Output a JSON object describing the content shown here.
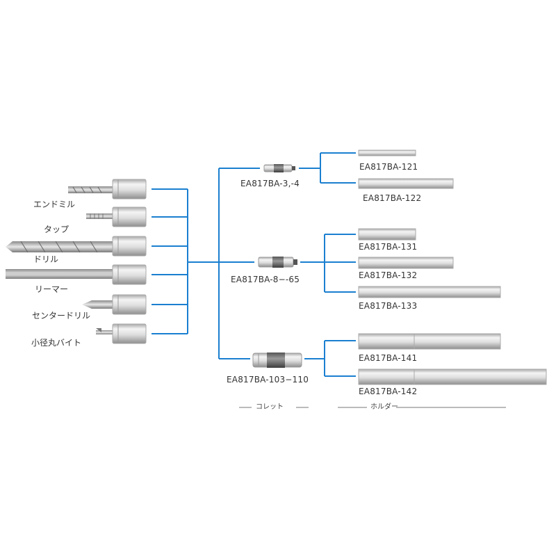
{
  "tools": [
    {
      "label": "エンドミル",
      "icon": "end-mill-icon"
    },
    {
      "label": "タップ",
      "icon": "tap-icon"
    },
    {
      "label": "ドリル",
      "icon": "drill-icon"
    },
    {
      "label": "リーマー",
      "icon": "reamer-icon"
    },
    {
      "label": "センタードリル",
      "icon": "center-drill-icon"
    },
    {
      "label": "小径丸バイト",
      "icon": "small-boring-bar-icon"
    }
  ],
  "collets": [
    {
      "code": "EA817BA-3,-4",
      "holders": [
        "EA817BA-121",
        "EA817BA-122"
      ]
    },
    {
      "code": "EA817BA-8−-65",
      "holders": [
        "EA817BA-131",
        "EA817BA-132",
        "EA817BA-133"
      ]
    },
    {
      "code": "EA817BA-103−110",
      "holders": [
        "EA817BA-141",
        "EA817BA-142"
      ]
    }
  ],
  "legend": {
    "collet": "コレット",
    "holder": "ホルダー"
  },
  "colors": {
    "connector": "#1a7fd0",
    "metal_light": "#e6e6e6",
    "metal_dark": "#9a9a9a",
    "legend_line": "#777777"
  }
}
